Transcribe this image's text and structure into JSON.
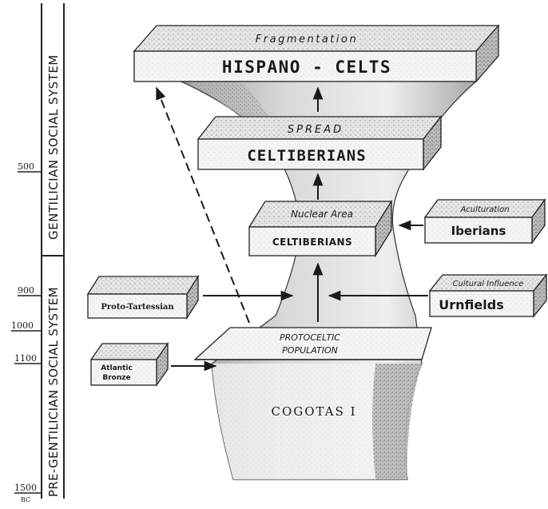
{
  "timeline": {
    "upper_system": "GENTILICIAN  SOCIAL  SYSTEM",
    "lower_system": "PRE-GENTILICIAN SOCIAL SYSTEM",
    "ticks": [
      "500",
      "900",
      "1000",
      "1100",
      "1500"
    ],
    "unit": "BC"
  },
  "blocks": {
    "hispano_celts": {
      "top": "Fragmentation",
      "front": "HISPANO  -  CELTS"
    },
    "celtiberians": {
      "top": "SPREAD",
      "front": "CELTIBERIANS"
    },
    "nuclear": {
      "top": "Nuclear Area",
      "front": "CELTIBERIANS"
    },
    "protoceltic": {
      "line1": "PROTOCELTIC",
      "line2": "POPULATION"
    },
    "cogotas": {
      "label": "COGOTAS I"
    }
  },
  "side_blocks": {
    "iberians": {
      "top": "Aculturation",
      "front": "Iberians"
    },
    "urnfields": {
      "top": "Cultural Influence",
      "front": "Urnfields"
    },
    "proto_tartessian": {
      "front": "Proto-Tartessian"
    },
    "atlantic_bronze": {
      "line1": "Atlantic",
      "line2": "Bronze"
    }
  }
}
